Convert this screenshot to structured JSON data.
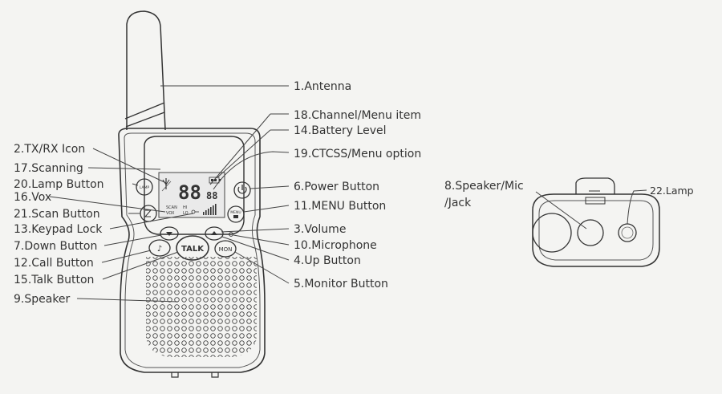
{
  "labels": {
    "antenna": "1.Antenna",
    "channel_menu_item": "18.Channel/Menu item",
    "battery_level": "14.Battery Level",
    "tx_rx_icon": "2.TX/RX Icon",
    "ctcss_menu_option": "19.CTCSS/Menu option",
    "scanning": "17.Scanning",
    "lamp_button": "20.Lamp Button",
    "power_button": "6.Power Button",
    "vox": "16.Vox",
    "menu_button": "11.MENU Button",
    "scan_button": "21.Scan Button",
    "volume": "3.Volume",
    "keypad_lock": "13.Keypad Lock",
    "down_button": "7.Down Button",
    "microphone": "10.Microphone",
    "call_button": "12.Call Button",
    "up_button": "4.Up Button",
    "talk_button": "15.Talk Button",
    "monitor_button": "5.Monitor Button",
    "speaker": "9.Speaker",
    "speaker_mic_jack_line1": "8.Speaker/Mic",
    "speaker_mic_jack_line2": "/Jack",
    "lamp": "22.Lamp"
  },
  "device": {
    "talk_label": "TALK",
    "mon_label": "MON",
    "lamp_btn_label": "LAMP",
    "menu_btn_label": "MENU",
    "lcd_channel": "88",
    "lcd_code": "88",
    "lcd_scan": "SCAN",
    "lcd_vox": "VOX",
    "lcd_hi": "HI",
    "lcd_lo": "LO"
  }
}
